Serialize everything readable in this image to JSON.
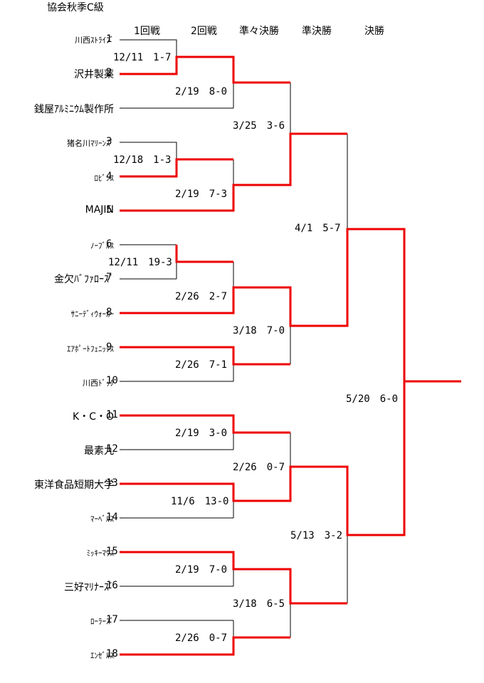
{
  "title": "協会秋季C級",
  "rounds": [
    "1回戦",
    "2回戦",
    "準々決勝",
    "準決勝",
    "決勝"
  ],
  "teams": [
    {
      "seed": "1",
      "name": "川西ｽﾄﾗｲﾌﾞ"
    },
    {
      "seed": "2",
      "name": "沢井製薬"
    },
    {
      "seed": "",
      "name": "銭屋ｱﾙﾐﾆｳﾑ製作所"
    },
    {
      "seed": "3",
      "name": "猪名川ﾏﾘｰﾝｽﾞ"
    },
    {
      "seed": "4",
      "name": "ﾛﾋﾞﾝｽ"
    },
    {
      "seed": "5",
      "name": "MAJIN"
    },
    {
      "seed": "6",
      "name": "ﾉｰﾌﾞﾙｽ"
    },
    {
      "seed": "7",
      "name": "金欠ﾊﾞﾌｧﾛｰｽﾞ"
    },
    {
      "seed": "8",
      "name": "ｻﾆｰﾃﾞｨｳｫｰｶｰ"
    },
    {
      "seed": "9",
      "name": "ｴｱﾎﾟｰﾄﾌｪﾆｯｸｽ"
    },
    {
      "seed": "10",
      "name": "川西ﾄﾞｯｸ"
    },
    {
      "seed": "11",
      "name": "K・C・O"
    },
    {
      "seed": "12",
      "name": "最素九"
    },
    {
      "seed": "13",
      "name": "東洋食品短期大学"
    },
    {
      "seed": "14",
      "name": "ﾏｰﾍﾞﾙｽ"
    },
    {
      "seed": "15",
      "name": "ﾐｯｷｰﾏｳｽ"
    },
    {
      "seed": "16",
      "name": "三好ﾏﾘﾅｰｽﾞ"
    },
    {
      "seed": "17",
      "name": "ﾛｰﾗｰｽﾞ"
    },
    {
      "seed": "18",
      "name": "ｴﾝｾﾞﾙｽ"
    }
  ],
  "scores": [
    "12/11　1-7",
    "12/18　1-3",
    "12/11　19-3",
    "2/19　8-0",
    "2/19　7-3",
    "2/26　2-7",
    "2/26　7-1",
    "2/19　3-0",
    "11/6　13-0",
    "2/19　7-0",
    "2/26　0-7",
    "3/25　3-6",
    "3/18　7-0",
    "2/26　0-7",
    "3/18　6-5",
    "4/1　5-7",
    "5/13　3-2",
    "5/20　6-0"
  ]
}
